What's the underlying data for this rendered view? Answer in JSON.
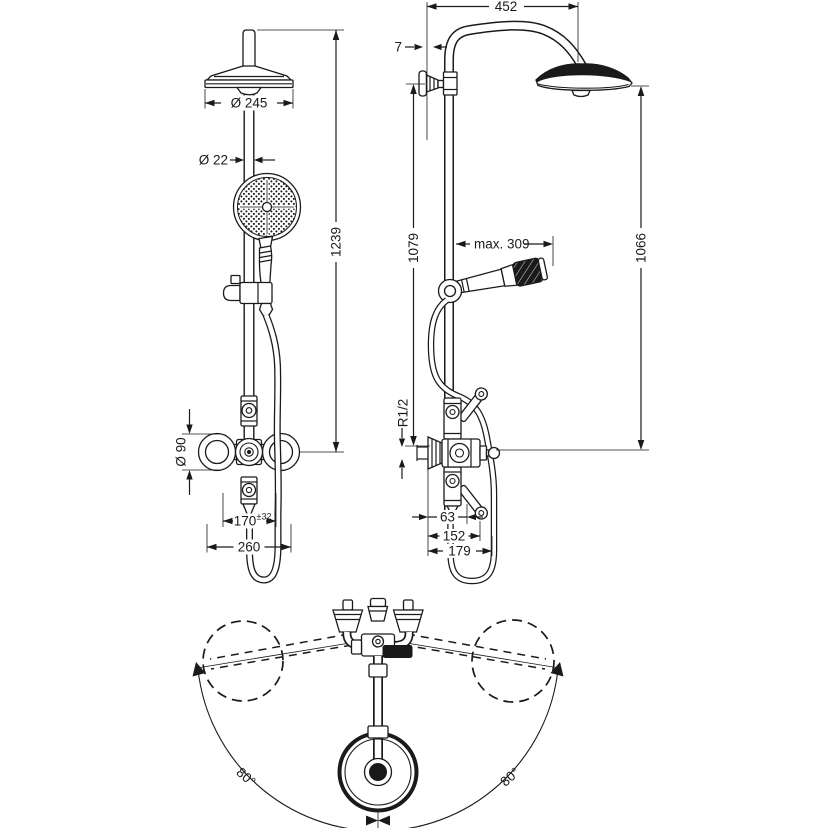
{
  "drawing": {
    "front": {
      "head_diameter": "Ø 245",
      "pipe_diameter": "Ø 22",
      "total_height": "1239",
      "valve_diameter": "Ø 90",
      "handle_spacing": "170",
      "handle_spacing_tolerance": "±32",
      "connection_width": "260"
    },
    "side": {
      "arm_projection": "452",
      "arm_offset": "7",
      "handshower_reach": "max. 309",
      "height_to_bracket": "1079",
      "height_to_head": "1066",
      "connection_thread": "R1/2",
      "depth_outlet": "63",
      "depth_holder": "152",
      "depth_hose": "179"
    },
    "top": {
      "swivel_left": "80°",
      "swivel_right": "80°"
    }
  },
  "colors": {
    "line": "#1a1a1a",
    "background": "#ffffff"
  }
}
